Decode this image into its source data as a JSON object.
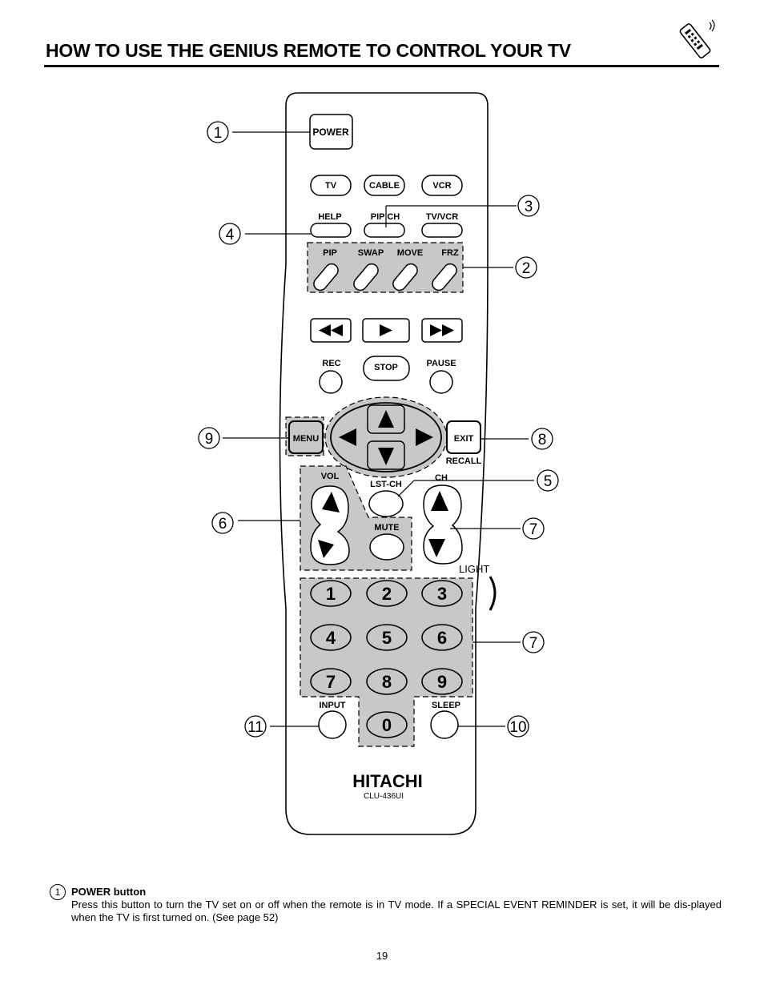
{
  "page": {
    "title": "HOW TO USE THE GENIUS REMOTE TO CONTROL YOUR TV",
    "page_number": "19"
  },
  "remote": {
    "brand": "HITACHI",
    "model": "CLU-436UI",
    "light_label": "LIGHT",
    "buttons": {
      "power": "POWER",
      "tv": "TV",
      "cable": "CABLE",
      "vcr": "VCR",
      "help": "HELP",
      "pip_ch": "PIP CH",
      "tv_vcr": "TV/VCR",
      "pip": "PIP",
      "swap": "SWAP",
      "move": "MOVE",
      "frz": "FRZ",
      "rec": "REC",
      "stop": "STOP",
      "pause": "PAUSE",
      "menu": "MENU",
      "exit": "EXIT",
      "recall": "RECALL",
      "vol": "VOL",
      "lst_ch": "LST-CH",
      "ch": "CH",
      "mute": "MUTE",
      "input": "INPUT",
      "sleep": "SLEEP"
    },
    "digits": [
      "1",
      "2",
      "3",
      "4",
      "5",
      "6",
      "7",
      "8",
      "9",
      "0"
    ],
    "callouts": [
      "1",
      "2",
      "3",
      "4",
      "5",
      "6",
      "7",
      "7",
      "8",
      "9",
      "10",
      "11"
    ]
  },
  "description": {
    "marker": "1",
    "title": "POWER button",
    "body": "Press this button to turn the TV set on or off when the remote is in TV mode. If a SPECIAL EVENT REMINDER is set, it will be dis-played when the TV is first turned on. (See page 52)"
  },
  "colors": {
    "shade": "#c8c8c8",
    "ink": "#000000",
    "paper": "#ffffff"
  }
}
